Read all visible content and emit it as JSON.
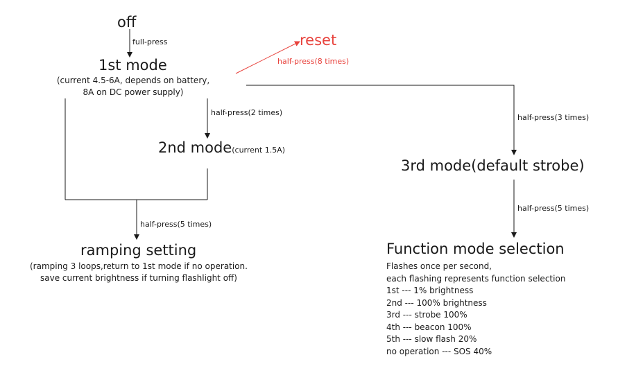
{
  "colors": {
    "line": "#1a1a1a",
    "reset": "#e8423c"
  },
  "nodes": {
    "off": "off",
    "mode1": "1st mode",
    "mode1_detail_1": "(current 4.5-6A, depends on battery,",
    "mode1_detail_2": "8A on DC power supply)",
    "reset": "reset",
    "mode2": "2nd mode",
    "mode2_detail": "(current 1.5A)",
    "mode3": "3rd mode(default strobe)",
    "ramping": "ramping setting",
    "ramping_detail_1": "(ramping 3 loops,return to 1st mode if no  operation.",
    "ramping_detail_2": "save current brightness if turning flashlight off)",
    "function_title": "Function mode selection",
    "function_lines": [
      "Flashes once per second,",
      "each flashing represents function selection",
      "1st --- 1% brightness",
      "2nd ---  100% brightness",
      "3rd --- strobe 100%",
      "4th --- beacon 100%",
      "5th --- slow flash 20%",
      "no operation --- SOS 40%"
    ]
  },
  "edges": {
    "off_to_mode1": "full-press",
    "mode1_to_reset": "half-press(8 times)",
    "mode1_to_mode2": "half-press(2 times)",
    "mode1_to_mode3": "half-press(3 times)",
    "to_ramping": "half-press(5 times)",
    "mode3_to_function": "half-press(5 times)"
  }
}
